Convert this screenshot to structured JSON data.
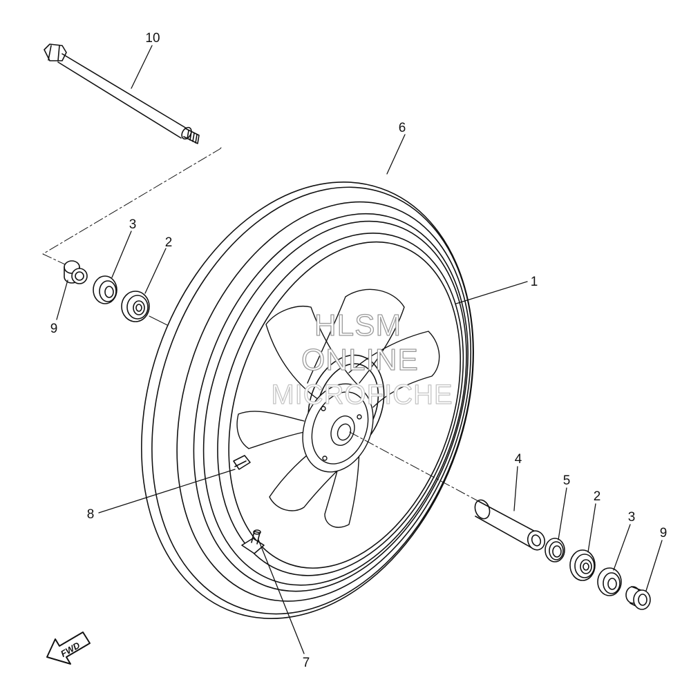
{
  "callouts": [
    {
      "label": "10"
    },
    {
      "label": "6"
    },
    {
      "label": "3"
    },
    {
      "label": "2"
    },
    {
      "label": "9"
    },
    {
      "label": "1"
    },
    {
      "label": "4"
    },
    {
      "label": "5"
    },
    {
      "label": "2"
    },
    {
      "label": "3"
    },
    {
      "label": "9"
    },
    {
      "label": "8"
    },
    {
      "label": "7"
    }
  ],
  "watermark": {
    "line1": "HLSM",
    "line2": "ONLINE",
    "line3": "MICROFICHE"
  },
  "direction_badge": {
    "text": "FWD"
  },
  "colors": {
    "line": "#111111",
    "watermark_outline": "#9a9a9a"
  }
}
